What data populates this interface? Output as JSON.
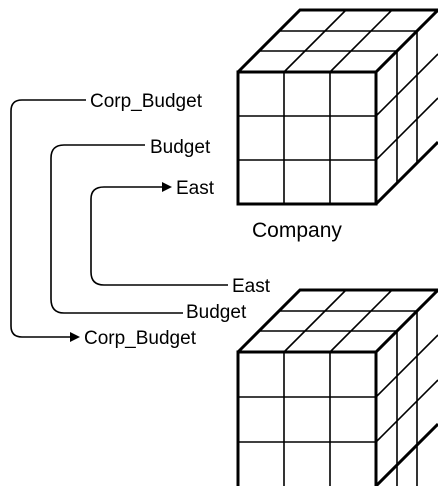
{
  "cubes": {
    "top": {
      "caption": "Company",
      "grid": "3x3x3"
    },
    "bottom": {
      "caption": "",
      "grid": "3x3x3"
    }
  },
  "connectors": {
    "corp_budget_top": "Corp_Budget",
    "budget_top": "Budget",
    "east_top": "East",
    "east_bottom": "East",
    "budget_bottom": "Budget",
    "corp_budget_bottom": "Corp_Budget"
  },
  "colors": {
    "stroke": "#000000",
    "background": "#ffffff"
  }
}
